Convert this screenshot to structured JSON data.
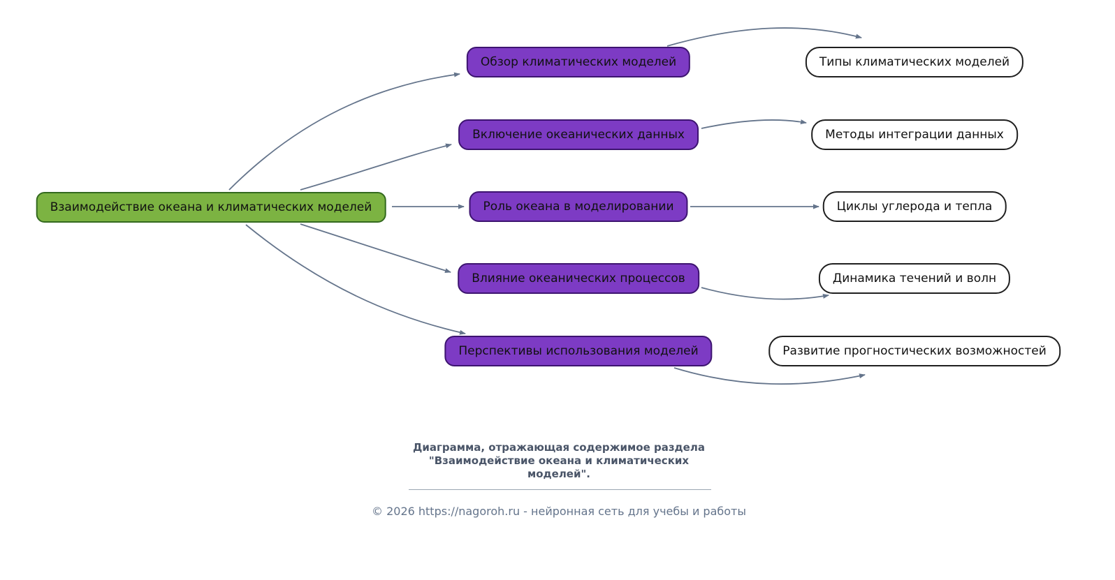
{
  "root": {
    "label": "Взаимодействие океана и климатических моделей"
  },
  "middle_nodes": [
    {
      "label": "Обзор климатических моделей"
    },
    {
      "label": "Включение океанических данных"
    },
    {
      "label": "Роль океана в моделировании"
    },
    {
      "label": "Влияние океанических процессов"
    },
    {
      "label": "Перспективы использования моделей"
    }
  ],
  "leaf_nodes": [
    {
      "label": "Типы климатических моделей"
    },
    {
      "label": "Методы интеграции данных"
    },
    {
      "label": "Циклы углерода и тепла"
    },
    {
      "label": "Динамика течений и волн"
    },
    {
      "label": "Развитие прогностических возможностей"
    }
  ],
  "caption": {
    "line1": "Диаграмма, отражающая содержимое раздела",
    "line2": "\"Взаимодействие океана и климатических",
    "line3": "моделей\"."
  },
  "footer": {
    "text": "© 2026 https://nagoroh.ru - нейронная сеть для учебы и работы"
  },
  "colors": {
    "root_fill": "#7cb342",
    "root_border": "#33691e",
    "branch_fill": "#7d3bc4",
    "branch_border": "#3d1470",
    "leaf_fill": "#ffffff",
    "leaf_border": "#1f1f1f",
    "arrow": "#64748b",
    "caption": "#4a5568",
    "footer": "#64748b"
  }
}
